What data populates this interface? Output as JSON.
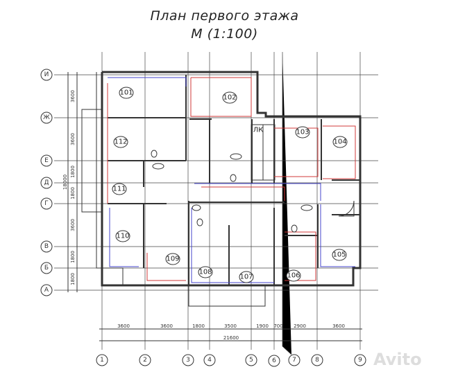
{
  "title": "План первого этажа",
  "scale": "М (1:100)",
  "axes_rows": [
    "И",
    "Ж",
    "Е",
    "Д",
    "Г",
    "В",
    "Б",
    "А"
  ],
  "axes_cols": [
    "1",
    "2",
    "3",
    "4",
    "5",
    "6",
    "7",
    "8",
    "9"
  ],
  "row_dims": [
    "3600",
    "3600",
    "1800",
    "1800",
    "3600",
    "1800",
    "1800"
  ],
  "row_total": "18000",
  "col_dims": [
    "3600",
    "3600",
    "1800",
    "3500",
    "1900",
    "700",
    "2900",
    "3600"
  ],
  "col_total": "21600",
  "rooms": [
    "101",
    "102",
    "103",
    "104",
    "105",
    "106",
    "107",
    "108",
    "109",
    "110",
    "111",
    "112"
  ],
  "stair_label": "ЛК",
  "watermark": "Avito",
  "colors": {
    "heating_line": "#d23a3a",
    "plumbing_line": "#4444cc",
    "walls": "#333333"
  }
}
